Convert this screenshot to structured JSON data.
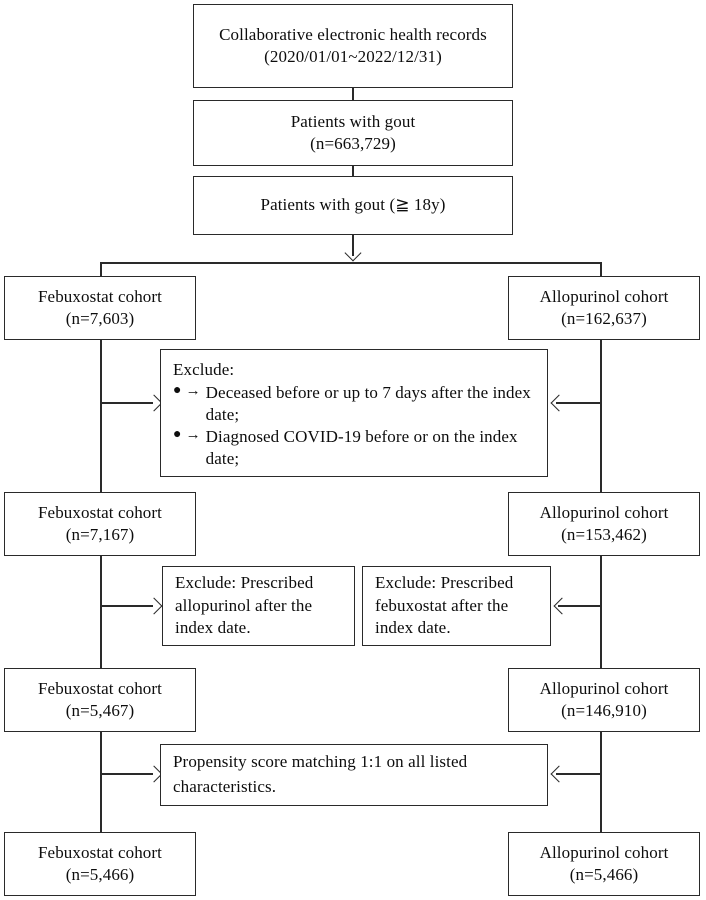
{
  "diagram": {
    "title": "Study cohort selection flow diagram",
    "type": "flowchart",
    "stroke_color": "#2a2a2a",
    "background_color": "#ffffff"
  },
  "nodes": {
    "source": {
      "line1": "Collaborative electronic health records",
      "line2": "(2020/01/01~2022/12/31)"
    },
    "gout_all": {
      "line1": "Patients with gout",
      "line2": "(n=663,729)"
    },
    "gout_adult": {
      "line1": "Patients with gout (≧ 18y)"
    },
    "febuxostat_1": {
      "line1": "Febuxostat cohort",
      "line2": "(n=7,603)"
    },
    "allopurinol_1": {
      "line1": "Allopurinol cohort",
      "line2": "(n=162,637)"
    },
    "exclude_1": {
      "heading": "Exclude:",
      "bullets": [
        "Deceased before or up to 7 days after the index date;",
        "Diagnosed COVID-19 before or on the index date;"
      ],
      "bullet_glyph": "●",
      "arrow_glyph": "→"
    },
    "febuxostat_2": {
      "line1": "Febuxostat cohort",
      "line2": "(n=7,167)"
    },
    "allopurinol_2": {
      "line1": "Allopurinol cohort",
      "line2": "(n=153,462)"
    },
    "exclude_left": {
      "line1": "Exclude: Prescribed",
      "line2": "allopurinol after the",
      "line3": "index date."
    },
    "exclude_right": {
      "line1": "Exclude: Prescribed",
      "line2": "febuxostat after the",
      "line3": "index date."
    },
    "febuxostat_3": {
      "line1": "Febuxostat cohort",
      "line2": "(n=5,467)"
    },
    "allopurinol_3": {
      "line1": "Allopurinol cohort",
      "line2": "(n=146,910)"
    },
    "matching": {
      "line1": "Propensity score matching 1:1 on all listed",
      "line2": "characteristics."
    },
    "febuxostat_4": {
      "line1": "Febuxostat cohort",
      "line2": "(n=5,466)"
    },
    "allopurinol_4": {
      "line1": "Allopurinol cohort",
      "line2": "(n=5,466)"
    }
  }
}
